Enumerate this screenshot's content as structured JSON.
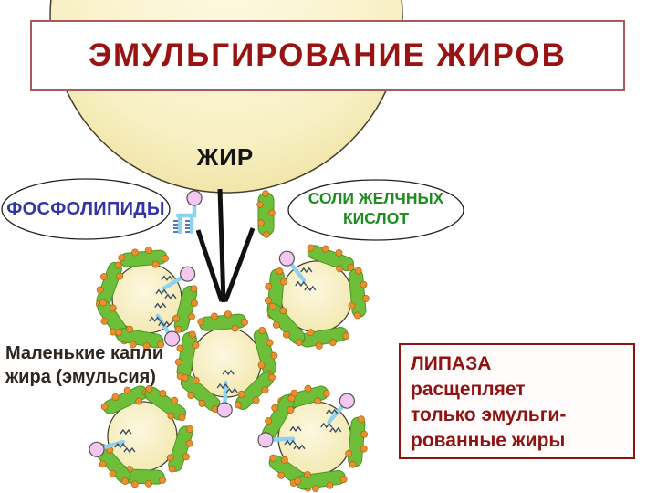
{
  "slide": {
    "title": "ЭМУЛЬГИРОВАНИЕ ЖИРОВ",
    "fat_label": "ЖИР",
    "phospholipids_label": "ФОСФОЛИПИДЫ",
    "bile_salts": {
      "line1": "СОЛИ ЖЕЛЧНЫХ",
      "line2": "КИСЛОТ"
    },
    "emulsion_caption": {
      "line1": "Маленькие капли",
      "line2": "жира (эмульсия)"
    },
    "lipase": {
      "line1": "ЛИПАЗА",
      "line2": "расщепляет",
      "line3": "только эмульги-",
      "line4": "рованные жиры"
    },
    "icons": {
      "phospholipid-icon": "pink-head-with-blue-comb-tails",
      "bile-salt-icon": "green-capsule-with-orange-dots",
      "split-arrow-icon": "three-black-lines-converging-down",
      "fat-droplet-icon": "large-pale-yellow-circle",
      "emulsion-droplet-icon": "small-yellow-circle-coated-with-molecules"
    },
    "colors": {
      "title_text": "#9a1313",
      "title_border": "#aa5a5a",
      "fat_fill_light": "#fdf9e3",
      "fat_fill_edge": "#eee09c",
      "fat_outline": "#44402e",
      "fat_label": "#151515",
      "phospholipids_label": "#3434a6",
      "bile_salts_label": "#1f8c1f",
      "caption_text": "#2e2621",
      "lipase_text": "#8e1414",
      "lipase_border": "#8e1414",
      "blob_green": "#6dbf3a",
      "blob_outline": "#4e9422",
      "dot_orange": "#e6912f",
      "dot_outline": "#b06312",
      "lipid_head": "#f4c7f0",
      "lipid_head_outline": "#555555",
      "lipid_tail": "#8fd2ee",
      "squiggle": "#3d4d66",
      "arrow": "#111111",
      "ellipse_outline": "#222222"
    }
  }
}
